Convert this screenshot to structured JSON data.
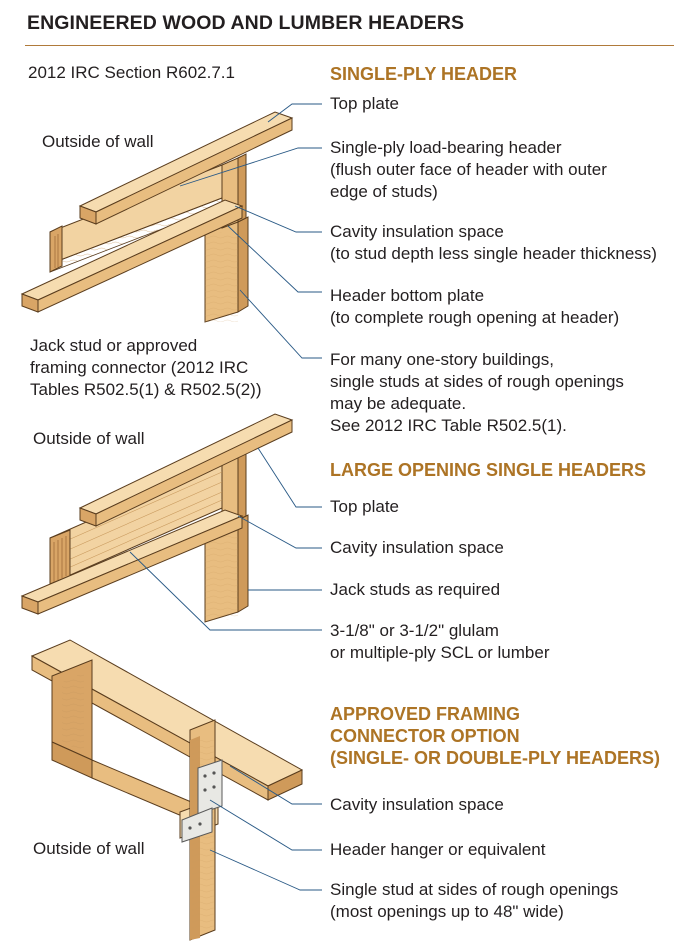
{
  "title": "ENGINEERED WOOD AND LUMBER HEADERS",
  "code_reference": "2012 IRC Section R602.7.1",
  "colors": {
    "heading": "#ad7425",
    "rule": "#b07a3a",
    "wood_light": "#f6dcb0",
    "wood_mid": "#e8bd80",
    "wood_dark": "#cf9a5a",
    "leader_line": "#2a5a86",
    "connector_metal": "#e8e8e4"
  },
  "sections": {
    "single_ply": {
      "heading": "SINGLE-PLY HEADER",
      "outside_label": "Outside of wall",
      "jack_stud_label": [
        "Jack stud or approved",
        "framing connector (2012 IRC",
        "Tables R502.5(1) & R502.5(2))"
      ],
      "callouts": [
        [
          "Top plate"
        ],
        [
          "Single-ply load-bearing header",
          "(flush outer face of header with outer",
          "edge of studs)"
        ],
        [
          "Cavity insulation space",
          "(to stud depth less single header thickness)"
        ],
        [
          "Header bottom plate",
          "(to complete rough opening at header)"
        ],
        [
          "For many one-story buildings,",
          "single studs at sides of rough openings",
          "may be adequate.",
          "See 2012 IRC Table R502.5(1)."
        ]
      ]
    },
    "large_opening": {
      "heading": "LARGE OPENING SINGLE HEADERS",
      "outside_label": "Outside of wall",
      "callouts": [
        [
          "Top plate"
        ],
        [
          "Cavity insulation space"
        ],
        [
          "Jack studs as required"
        ],
        [
          "3-1/8\" or 3-1/2\" glulam",
          "or multiple-ply SCL or lumber"
        ]
      ]
    },
    "connector": {
      "heading": [
        "APPROVED FRAMING",
        "CONNECTOR OPTION",
        "(SINGLE- OR DOUBLE-PLY HEADERS)"
      ],
      "outside_label": "Outside of wall",
      "callouts": [
        [
          "Cavity insulation space"
        ],
        [
          "Header hanger or equivalent"
        ],
        [
          "Single stud at sides of rough openings",
          "(most openings up to 48\" wide)"
        ]
      ]
    }
  }
}
